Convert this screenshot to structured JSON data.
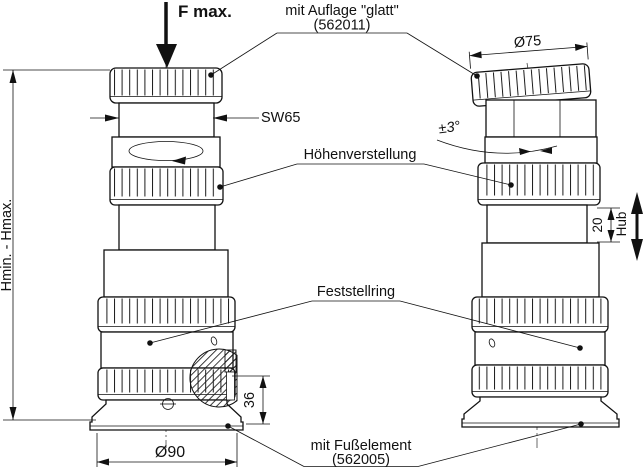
{
  "drawing": {
    "title": "Nivellierelement technical drawing",
    "colors": {
      "line": "#111111",
      "background": "#ffffff"
    },
    "labels": {
      "f_max": "F max.",
      "auflage_line1": "mit Auflage \"glatt\"",
      "auflage_line2": "(562011)",
      "d75": "Ø75",
      "sw65": "SW65",
      "angle": "±3°",
      "hoehenverstellung": "Höhenverstellung",
      "hub_value": "20",
      "hub_label": "Hub",
      "hmin_hmax": "Hmin. - Hmax.",
      "feststellring": "Feststellring",
      "dim36": "36",
      "d90": "Ø90",
      "fusselement_line1": "mit Fußelement",
      "fusselement_line2": "(562005)"
    }
  }
}
